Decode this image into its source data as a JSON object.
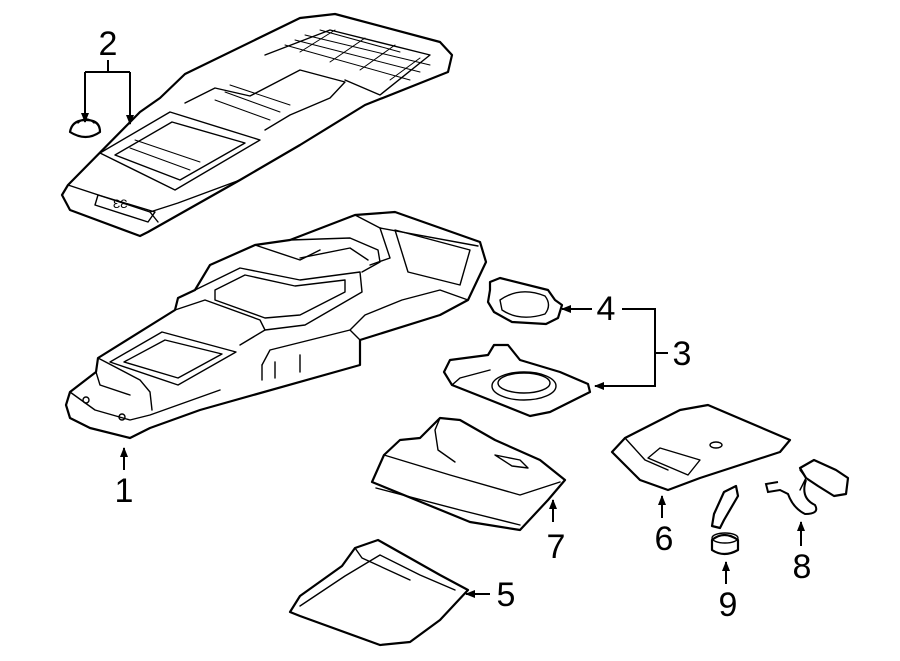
{
  "diagram": {
    "callouts": [
      {
        "id": "1",
        "label": "1"
      },
      {
        "id": "2",
        "label": "2"
      },
      {
        "id": "3",
        "label": "3"
      },
      {
        "id": "4",
        "label": "4"
      },
      {
        "id": "5",
        "label": "5"
      },
      {
        "id": "6",
        "label": "6"
      },
      {
        "id": "7",
        "label": "7"
      },
      {
        "id": "8",
        "label": "8"
      },
      {
        "id": "9",
        "label": "9"
      }
    ],
    "colors": {
      "line": "#000000",
      "background": "#ffffff"
    }
  }
}
